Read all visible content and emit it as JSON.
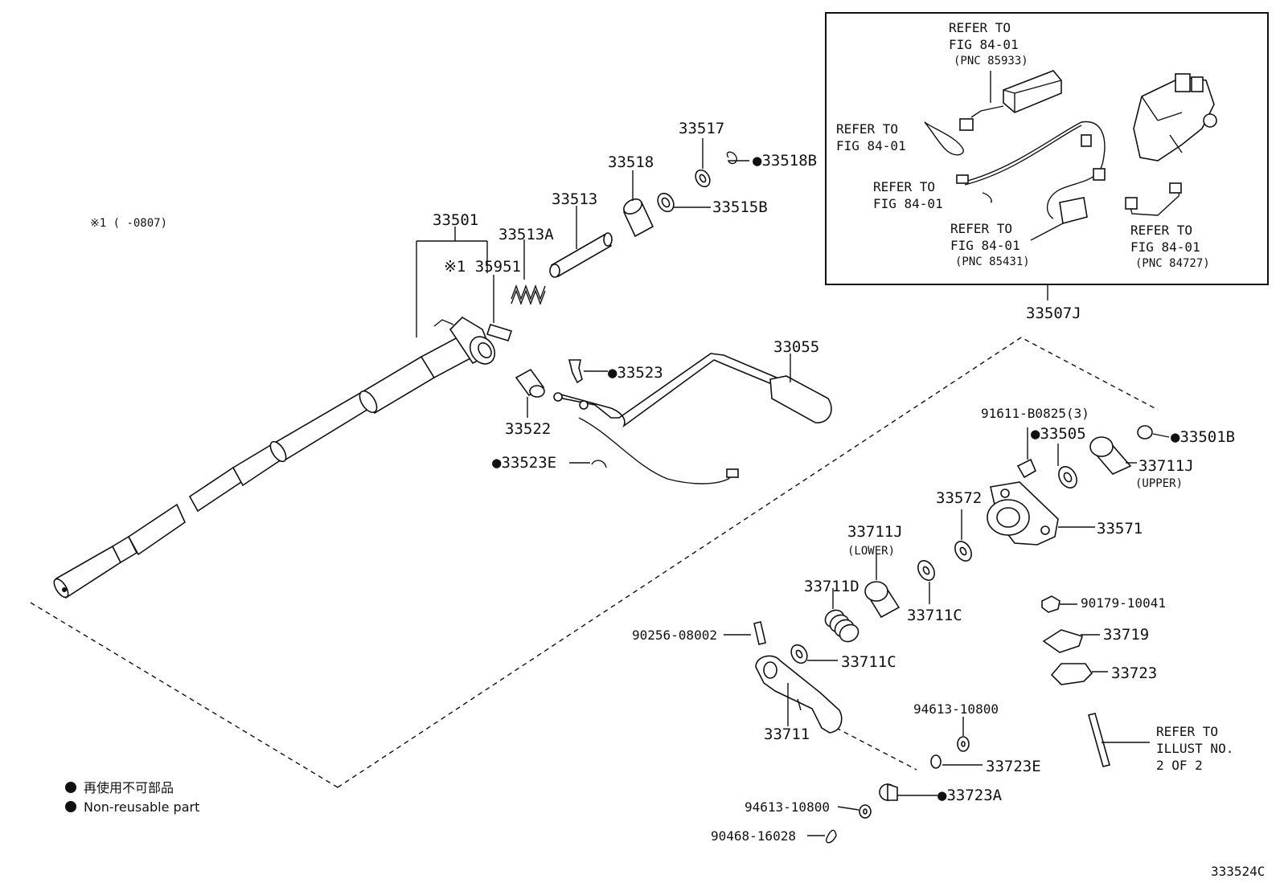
{
  "diagram_code": "333524C",
  "note_marker": "※1 (      -0807)",
  "legend": {
    "jp": "再使用不可部品",
    "en": "Non-reusable part"
  },
  "inset": {
    "part_number": "33507J",
    "refs": [
      {
        "line1": "REFER TO",
        "line2": "FIG 84-01",
        "line3": "(PNC 85933)"
      },
      {
        "line1": "REFER TO",
        "line2": "FIG 84-01"
      },
      {
        "line1": "REFER TO",
        "line2": "FIG 84-01"
      },
      {
        "line1": "REFER TO",
        "line2": "FIG 84-01",
        "line3": "(PNC 85431)"
      },
      {
        "line1": "REFER TO",
        "line2": "FIG 84-01",
        "line3": "(PNC 84727)"
      }
    ]
  },
  "parts": {
    "p33501": "33501",
    "p35951": "※1 35951",
    "p33513A": "33513A",
    "p33513": "33513",
    "p33518": "33518",
    "p33517": "33517",
    "p33518B": "●33518B",
    "p33515B": "33515B",
    "p33523": "●33523",
    "p33055": "33055",
    "p33522": "33522",
    "p33523E": "●33523E",
    "p91611": "91611-B0825(3)",
    "p33505": "●33505",
    "p33501B": "●33501B",
    "p33711J_upper": "33711J",
    "upper": "(UPPER)",
    "p33572": "33572",
    "p33571": "33571",
    "p33711J_lower": "33711J",
    "lower": "(LOWER)",
    "p33711D": "33711D",
    "p33711C_a": "33711C",
    "p33711C_b": "33711C",
    "p90256": "90256-08002",
    "p33711": "33711",
    "p90179": "90179-10041",
    "p33719": "33719",
    "p33723": "33723",
    "p94613_a": "94613-10800",
    "p33723E": "33723E",
    "p94613_b": "94613-10800",
    "p33723A": "●33723A",
    "p90468": "90468-16028",
    "refer_illust": {
      "line1": "REFER TO",
      "line2": "ILLUST NO.",
      "line3": "2 OF 2"
    }
  }
}
